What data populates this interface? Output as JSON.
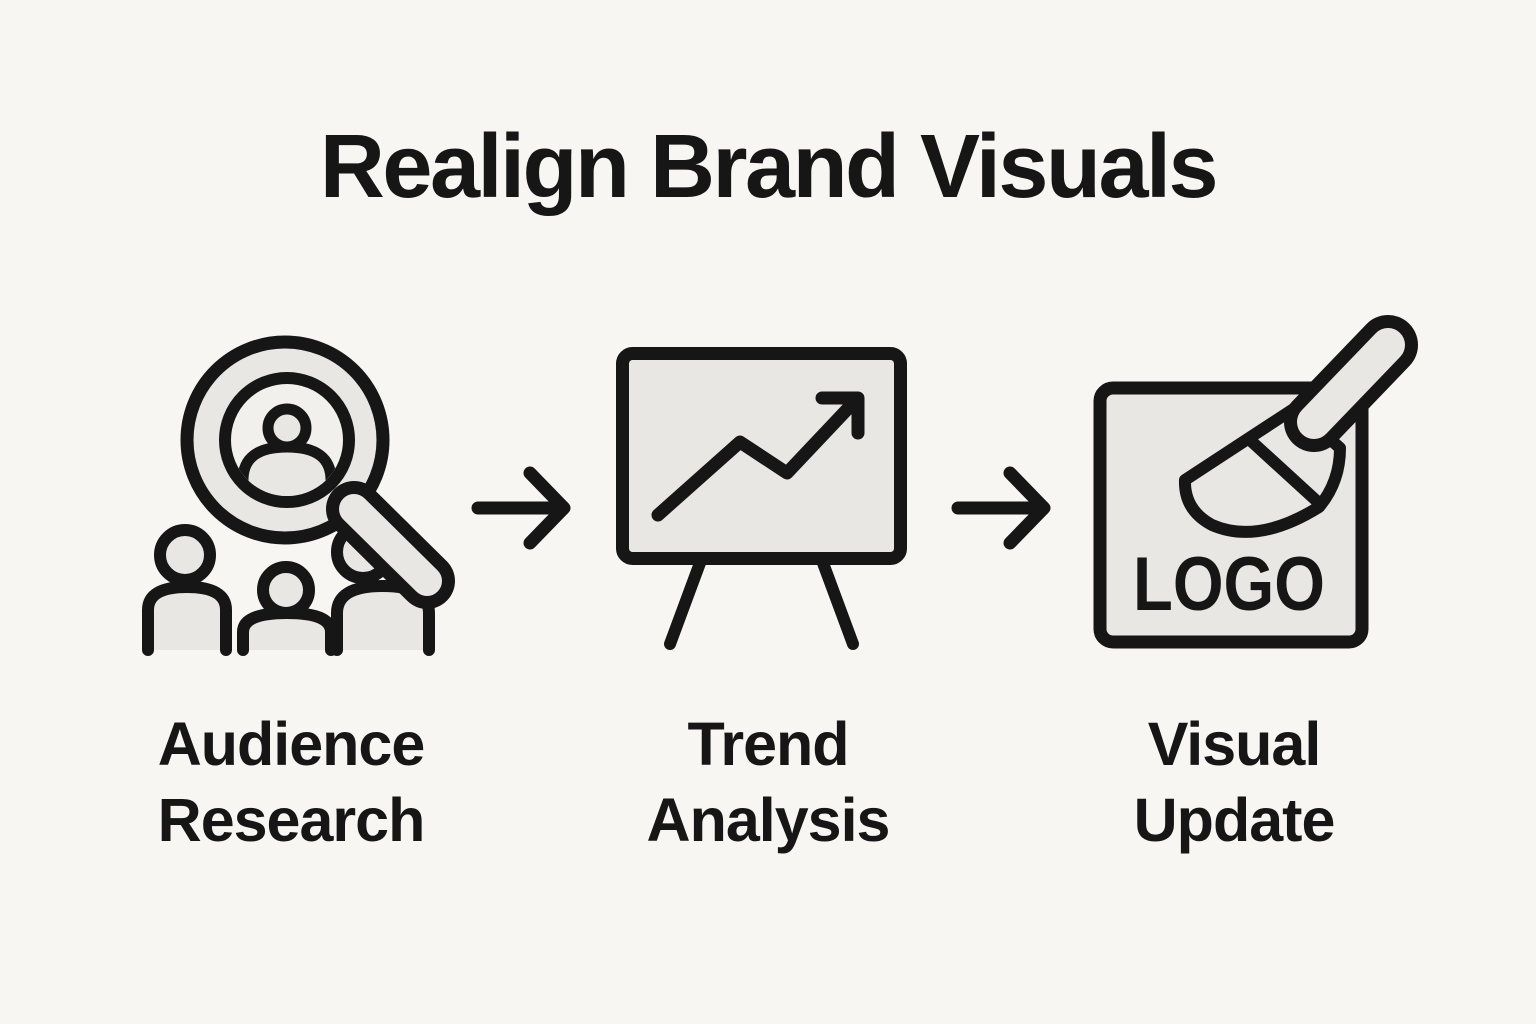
{
  "title": "Realign Brand Visuals",
  "steps": [
    {
      "name": "audience-research",
      "lines": [
        "Audience",
        "Research"
      ],
      "icon": "audience-research-icon"
    },
    {
      "name": "trend-analysis",
      "lines": [
        "Trend",
        "Analysis"
      ],
      "icon": "trend-analysis-icon"
    },
    {
      "name": "visual-update",
      "lines": [
        "Visual",
        "Update"
      ],
      "icon": "visual-update-icon",
      "logo_text": "LOGO"
    }
  ],
  "connectors": {
    "glyph": "right-arrow",
    "count": 2
  },
  "colors": {
    "background": "#f7f6f3",
    "line": "#161616",
    "shape_fill": "#e9e7e4",
    "lens_fill": "#f2f0ed"
  }
}
